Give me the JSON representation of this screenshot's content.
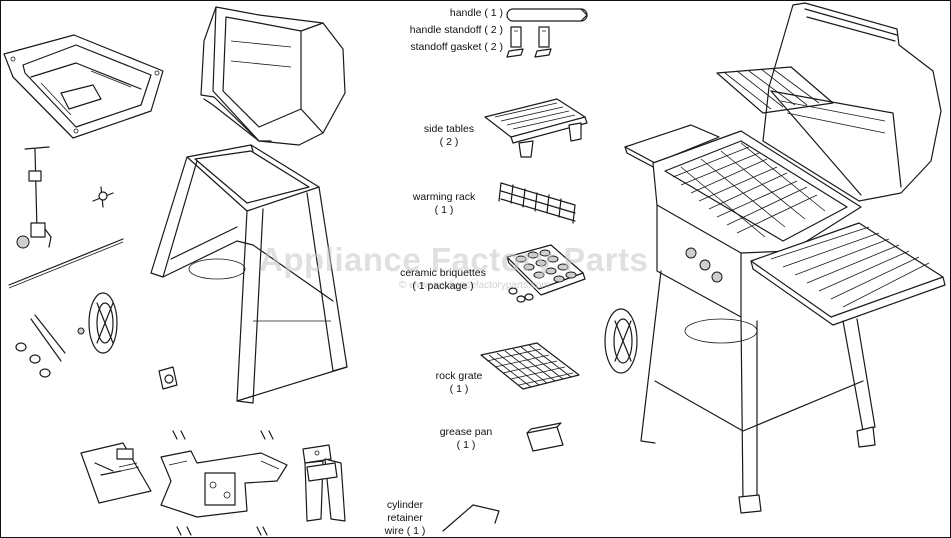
{
  "watermark": {
    "brand": "Appliance Factory Parts",
    "copyright": "© www.appliancefactoryparts.com"
  },
  "parts": [
    {
      "id": "handle",
      "label": "handle ( 1 )"
    },
    {
      "id": "handle_standoff",
      "label": "handle standoff ( 2 )"
    },
    {
      "id": "standoff_gasket",
      "label": "standoff gasket ( 2 )"
    },
    {
      "id": "side_tables",
      "label": "side tables\n( 2 )"
    },
    {
      "id": "warming_rack",
      "label": "warming rack\n( 1 )"
    },
    {
      "id": "ceramic_briquettes",
      "label": "ceramic briquettes\n( 1 package )"
    },
    {
      "id": "rock_grate",
      "label": "rock grate\n( 1 )"
    },
    {
      "id": "grease_pan",
      "label": "grease pan\n( 1 )"
    },
    {
      "id": "cylinder_retainer_wire",
      "label": "cylinder\nretainer\nwire ( 1 )"
    }
  ]
}
